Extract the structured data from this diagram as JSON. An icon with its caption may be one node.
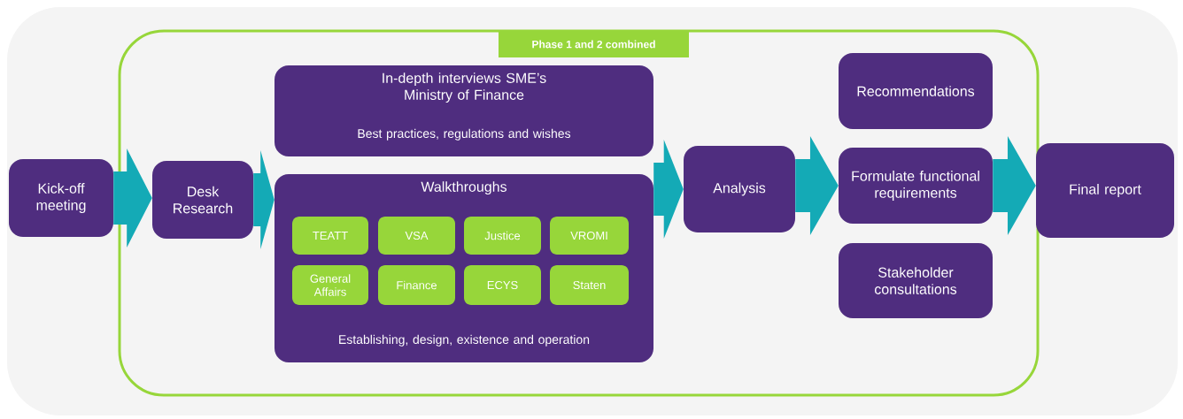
{
  "diagram": {
    "nodes": [
      {
        "text": [
          "Kick-off meeting"
        ]
      },
      {
        "text": [
          "Phase 1 and 2 combined"
        ]
      },
      {
        "text": [
          "Desk Research"
        ],
        "in": 1
      },
      {
        "text": [
          "In-depth interviews SME’s Ministry of Finance",
          "Best practices, regulations and wishes"
        ],
        "in": 1
      },
      {
        "text": [
          "Walkthroughs",
          "Establishing, design, existence and operation"
        ],
        "in": 1
      },
      {
        "text": [
          "TEATT"
        ],
        "in": 4
      },
      {
        "text": [
          "VSA"
        ],
        "in": 4
      },
      {
        "text": [
          "Justice"
        ],
        "in": 4
      },
      {
        "text": [
          "VROMI"
        ],
        "in": 4
      },
      {
        "text": [
          "General Affairs"
        ],
        "in": 4
      },
      {
        "text": [
          "Finance"
        ],
        "in": 4
      },
      {
        "text": [
          "ECYS"
        ],
        "in": 4
      },
      {
        "text": [
          "Staten"
        ],
        "in": 4
      },
      {
        "text": [
          "Analysis"
        ],
        "in": 1
      },
      {
        "text": [
          "Recommendations"
        ],
        "in": 1
      },
      {
        "text": [
          "Formulate functional requirements"
        ],
        "in": 1
      },
      {
        "text": [
          "Stakeholder consultations"
        ],
        "in": 1
      },
      {
        "text": [
          "Final report"
        ]
      }
    ],
    "edges": [
      {
        "from": 0,
        "to": 2,
        "arrow": "to"
      },
      {
        "from": 2,
        "to": 4,
        "arrow": "to"
      },
      {
        "from": 4,
        "to": 13,
        "arrow": "to"
      },
      {
        "from": 13,
        "to": 15,
        "arrow": "to"
      },
      {
        "from": 15,
        "to": 17,
        "arrow": "to"
      }
    ]
  }
}
